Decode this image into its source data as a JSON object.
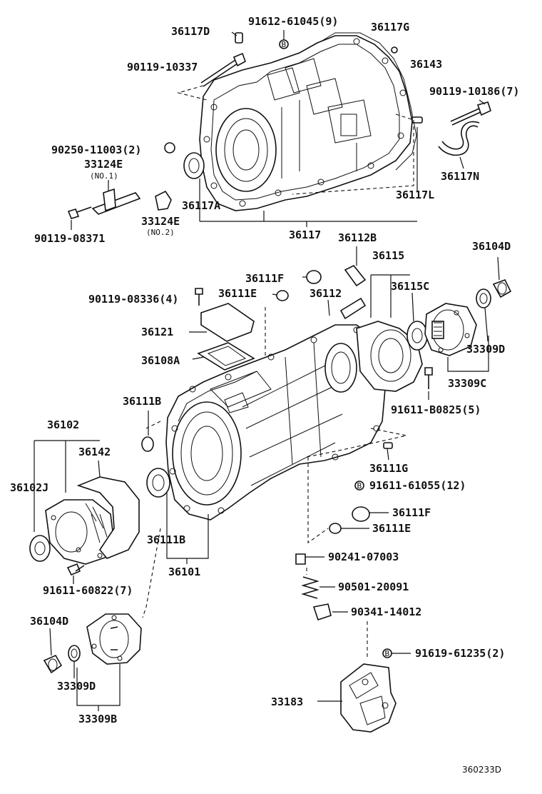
{
  "labels": {
    "p36117D": "36117D",
    "p91612": "91612-61045(9)",
    "p36117G": "36117G",
    "p90119_10337": "90119-10337",
    "p36143": "36143",
    "p90119_10186": "90119-10186(7)",
    "p90250": "90250-11003(2)",
    "p33124E_1": "33124E",
    "no1": "(NO.1)",
    "p36117N": "36117N",
    "p36117A": "36117A",
    "p36117L": "36117L",
    "p33124E_2": "33124E",
    "no2": "(NO.2)",
    "p90119_08371": "90119-08371",
    "p36117": "36117",
    "p36112B": "36112B",
    "p36115": "36115",
    "p36104D_top": "36104D",
    "p36111F_top": "36111F",
    "p36115C": "36115C",
    "p90119_08336": "90119-08336(4)",
    "p36111E_top": "36111E",
    "p36112": "36112",
    "p36121": "36121",
    "p33309D_top": "33309D",
    "p36108A": "36108A",
    "p33309C": "33309C",
    "p36111B_top": "36111B",
    "p91611_B0825": "91611-B0825(5)",
    "p36102": "36102",
    "p36142": "36142",
    "p36111G": "36111G",
    "p36102J": "36102J",
    "p91611_61055": "91611-61055(12)",
    "p36111F_bot": "36111F",
    "p36111E_bot": "36111E",
    "p36111B_bot": "36111B",
    "p90241": "90241-07003",
    "p36101": "36101",
    "p91611_60822": "91611-60822(7)",
    "p90501": "90501-20091",
    "p90341": "90341-14012",
    "p36104D_bot": "36104D",
    "p91619": "91619-61235(2)",
    "p33309D_bot": "33309D",
    "p33183": "33183",
    "p33309B": "33309B",
    "ref": "360233D"
  },
  "icons": {
    "bolt_b_marker": "B"
  }
}
